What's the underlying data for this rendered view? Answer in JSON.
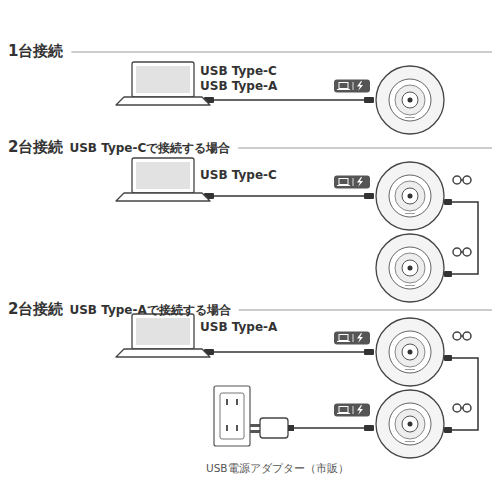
{
  "diagram": {
    "labels": [
      "1台接続",
      "USB Type-C",
      "USB Type-A",
      "2台接続",
      "USB Type-Cで接続する場合",
      "USB Type-C",
      "2台接続",
      "USB Type-Aで接続する場合",
      "USB Type-A",
      "USB電源アダプター（市販）"
    ]
  }
}
